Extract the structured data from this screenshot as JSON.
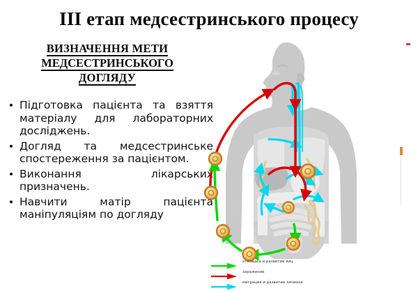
{
  "slide": {
    "title": "III етап медсестринського процесу",
    "subtitle_lines": [
      "ВИЗНАЧЕННЯ  МЕТИ",
      "МЕДСЕСТРИНСЬКОГО",
      "ДОГЛЯДУ"
    ],
    "bullets": [
      "Підготовка пацієнта та взяття матеріалу для лабораторних досліджень.",
      "Догляд та медсестринське спостереження за пацієнтом.",
      "Виконання лікарських призначень.",
      "Навчити матір пацієнта маніпуляціям по догляду"
    ]
  },
  "illustration": {
    "name": "helminth-life-cycle-human-body",
    "body_silhouette": "human-torso-grey",
    "arrow_flows": [
      {
        "name": "egg-laying-green",
        "color": "#00D900"
      },
      {
        "name": "infection-red",
        "color": "#D80000"
      },
      {
        "name": "larva-migration-cyan",
        "color": "#00D8F0"
      }
    ],
    "egg_color": "#EFC96A",
    "egg_ring_color": "#C87A2A",
    "worm_color": "#E7C98E"
  },
  "legend": {
    "items": [
      {
        "label": "откладка и развитие яиц",
        "color": "#00D900",
        "icon": "arrow-right-icon"
      },
      {
        "label": "заражение",
        "color": "#D80000",
        "icon": "arrow-right-icon"
      },
      {
        "label": "миграция и развитие личинок",
        "color": "#00D8F0",
        "icon": "arrow-right-icon"
      }
    ]
  },
  "colors": {
    "text": "#141414",
    "title": "#0d0d0d",
    "body_grey": "#c9c9c9",
    "organ_light": "#ededed"
  }
}
